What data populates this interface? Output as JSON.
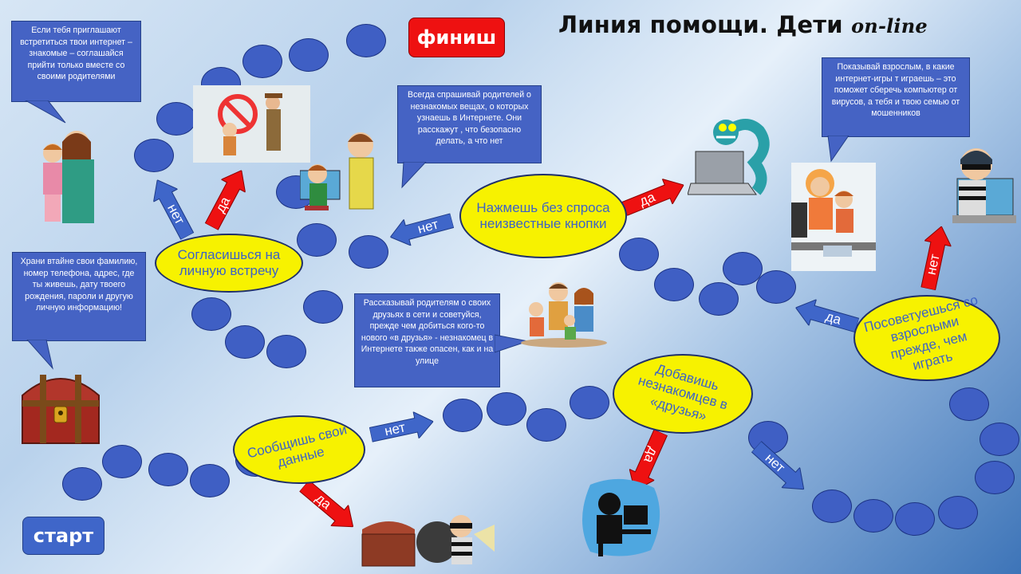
{
  "slide": {
    "title_main": "Линия помощи. Дети",
    "title_online": "on-line",
    "finish_label": "финиш",
    "start_label": "старт"
  },
  "questions": {
    "q1": "Сообщишь свои данные",
    "q2": "Согласишься на личную встречу",
    "q3": "Нажмешь без спроса неизвестные кнопки",
    "q4": "Добавишь незнакомцев в «друзья»",
    "q5": "Посоветуешься со взрослыми прежде, чем играть"
  },
  "arrows": {
    "yes": "да",
    "no": "нет"
  },
  "tips": {
    "meet": "Если тебя приглашают встретиться твои интернет – знакомые – соглашайся прийти только вместе со своими родителями",
    "secret": "Храни втайне свои фамилию, номер телефона, адрес, где ты живешь, дату твоего рождения, пароли и другую личную информацию!",
    "ask": "Всегда спрашивай родителей о незнакомых вещах, о которых узнаешь в Интернете. Они расскажут , что безопасно делать, а что нет",
    "friends": "Рассказывай родителям о своих друзьях в сети и советуйся, прежде чем добиться кого-то нового «в друзья» - незнакомец в Интернете также опасен, как и на улице",
    "games": "Показывай взрослым, в какие интернет-игры т играешь – это поможет сберечь компьютер от вирусов, а тебя и твою семью от мошенников"
  },
  "icons": {
    "treasure": "treasure-chest-icon",
    "thief": "thief-icon",
    "stop_stranger": "stop-stranger-icon",
    "virus": "virus-monster-icon",
    "family": "family-icon",
    "hacker": "hacker-icon",
    "parent_child": "parent-child-icon"
  },
  "colors": {
    "path": "#3f5fc4",
    "question": "#f7f200",
    "yes_arrow": "#ee1111",
    "no_arrow": "#3f66c9",
    "finish": "#ee1111",
    "start": "#3f66c9"
  }
}
